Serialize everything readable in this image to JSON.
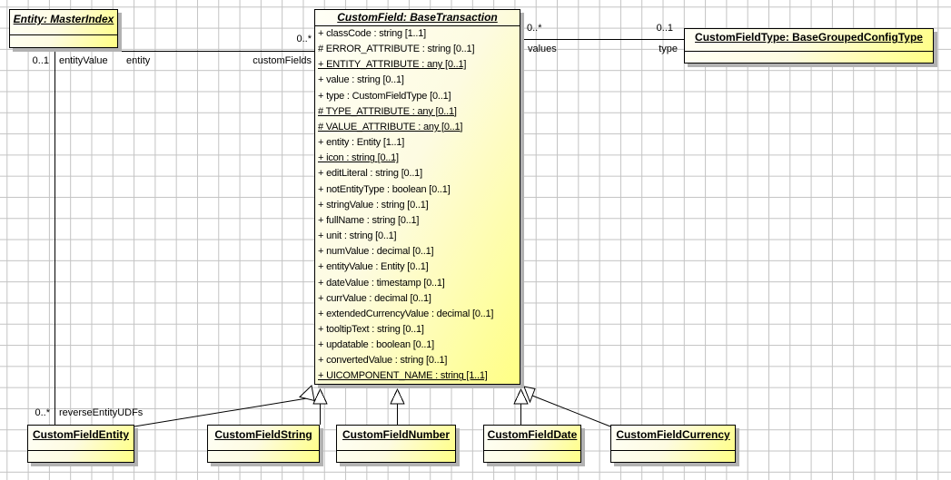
{
  "diagram": {
    "type": "uml-class-diagram",
    "classes": {
      "entity": {
        "name": "Entity: MasterIndex"
      },
      "customField": {
        "name": "CustomField: BaseTransaction",
        "attributes": [
          {
            "label": "+ classCode : string [1..1]",
            "underline": false
          },
          {
            "label": "# ERROR_ATTRIBUTE : string [0..1]",
            "underline": false
          },
          {
            "label": "+ ENTITY_ATTRIBUTE : any [0..1]",
            "underline": true
          },
          {
            "label": "+ value : string [0..1]",
            "underline": false
          },
          {
            "label": "+ type : CustomFieldType [0..1]",
            "underline": false
          },
          {
            "label": "# TYPE_ATTRIBUTE : any [0..1]",
            "underline": true
          },
          {
            "label": "# VALUE_ATTRIBUTE : any [0..1]",
            "underline": true
          },
          {
            "label": "+ entity : Entity [1..1]",
            "underline": false
          },
          {
            "label": "+ icon : string [0..1]",
            "underline": true
          },
          {
            "label": "+ editLiteral : string [0..1]",
            "underline": false
          },
          {
            "label": "+ notEntityType : boolean [0..1]",
            "underline": false
          },
          {
            "label": "+ stringValue : string [0..1]",
            "underline": false
          },
          {
            "label": "+ fullName : string [0..1]",
            "underline": false
          },
          {
            "label": "+ unit : string [0..1]",
            "underline": false
          },
          {
            "label": "+ numValue : decimal [0..1]",
            "underline": false
          },
          {
            "label": "+ entityValue : Entity [0..1]",
            "underline": false
          },
          {
            "label": "+ dateValue : timestamp [0..1]",
            "underline": false
          },
          {
            "label": "+ currValue : decimal [0..1]",
            "underline": false
          },
          {
            "label": "+ extendedCurrencyValue : decimal [0..1]",
            "underline": false
          },
          {
            "label": "+ tooltipText : string [0..1]",
            "underline": false
          },
          {
            "label": "+ updatable : boolean [0..1]",
            "underline": false
          },
          {
            "label": "+ convertedValue : string [0..1]",
            "underline": false
          },
          {
            "label": "+ UICOMPONENT_NAME : string [1..1]",
            "underline": true
          }
        ]
      },
      "customFieldType": {
        "name": "CustomFieldType: BaseGroupedConfigType"
      },
      "subclasses": [
        {
          "name": "CustomFieldEntity"
        },
        {
          "name": "CustomFieldString"
        },
        {
          "name": "CustomFieldNumber"
        },
        {
          "name": "CustomFieldDate"
        },
        {
          "name": "CustomFieldCurrency"
        }
      ]
    },
    "associations": {
      "entity_customField": {
        "role_entity_end": "entity",
        "role_customfield_end": "customFields",
        "multiplicity_customfield_end": "0..*"
      },
      "customField_customFieldType": {
        "multiplicity_customfield_end": "0..*",
        "role_customfield_end": "values",
        "multiplicity_type_end": "0..1",
        "role_type_end": "type"
      },
      "entity_customFieldEntity": {
        "multiplicity_entity_end": "0..1",
        "role_entity_end": "entityValue",
        "multiplicity_customfieldentity_end": "0..*",
        "role_customfieldentity_end": "reverseEntityUDFs"
      }
    },
    "colors": {
      "class_fill_light": "#fffff6",
      "class_fill_yellow": "#ffff84",
      "class_border": "#000000",
      "shadow": "#b2b2b2",
      "grid_line": "#c3c3c3",
      "canvas_background": "#ffffff",
      "connector": "#000000"
    }
  }
}
